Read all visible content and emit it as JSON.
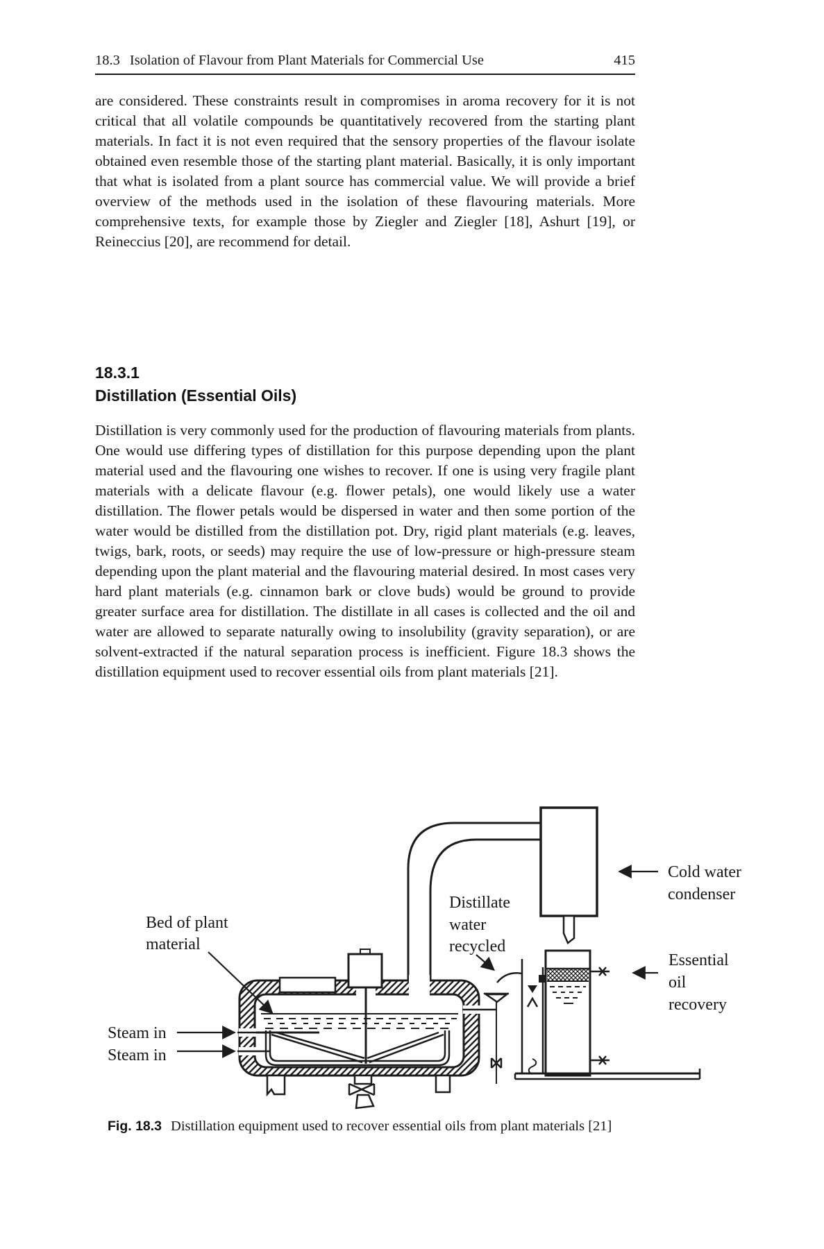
{
  "page": {
    "header": {
      "number": "18.3",
      "title": "Isolation of Flavour from Plant Materials for Commercial Use",
      "page_number": "415"
    },
    "paragraph1": "are considered. These constraints result in compromises in aroma recovery for it is not critical that all volatile compounds be quantitatively recovered from the starting plant materials. In fact it is not even required that the sensory properties of the flavour isolate obtained even resemble those of the starting plant material. Basically, it is only important that what is isolated from a plant source has commercial value. We will provide a brief overview of the methods used in the isolation of these flavouring materials. More comprehensive texts, for example those by Ziegler and Ziegler [18], Ashurt [19], or Reineccius [20], are recommend for detail.",
    "section": {
      "number": "18.3.1",
      "title": "Distillation (Essential Oils)"
    },
    "paragraph2": "Distillation is very commonly used for the production of flavouring materials from plants. One would use differing types of distillation for this purpose depending upon the plant material used and the flavouring one wishes to recover. If one is using very fragile plant materials with a delicate flavour (e.g. flower petals), one would likely use a water distillation. The flower petals would be dispersed in water and then some portion of the water would be distilled from the distillation pot. Dry, rigid plant materials (e.g. leaves, twigs, bark, roots, or seeds) may require the use of low-pressure or high-pressure steam depending upon the plant material and the flavouring material desired. In most cases very hard plant materials (e.g. cinnamon bark or clove buds) would be ground to provide greater surface area for distillation. The distillate in all cases is collected and the oil and water are allowed to separate naturally owing to insolubility (gravity separation), or are solvent-extracted if the natural separation process is inefficient. Figure 18.3 shows the distillation equipment used to recover essential oils from plant materials [21].",
    "figure": {
      "labels": {
        "bed_of_plant_material": [
          "Bed of plant",
          "material"
        ],
        "steam_in_top": "Steam in",
        "steam_in_bottom": "Steam in",
        "distillate_water_recycled": [
          "Distillate",
          "water",
          "recycled"
        ],
        "cold_water_condenser": [
          "Cold water",
          "condenser"
        ],
        "essential_oil_recovery": [
          "Essential",
          "oil",
          "recovery"
        ]
      },
      "caption": {
        "label": "Fig. 18.3",
        "text": "Distillation equipment used to recover essential oils from plant materials [21]"
      }
    },
    "colors": {
      "ink": "#1c1c1c",
      "paper": "#ffffff"
    }
  }
}
